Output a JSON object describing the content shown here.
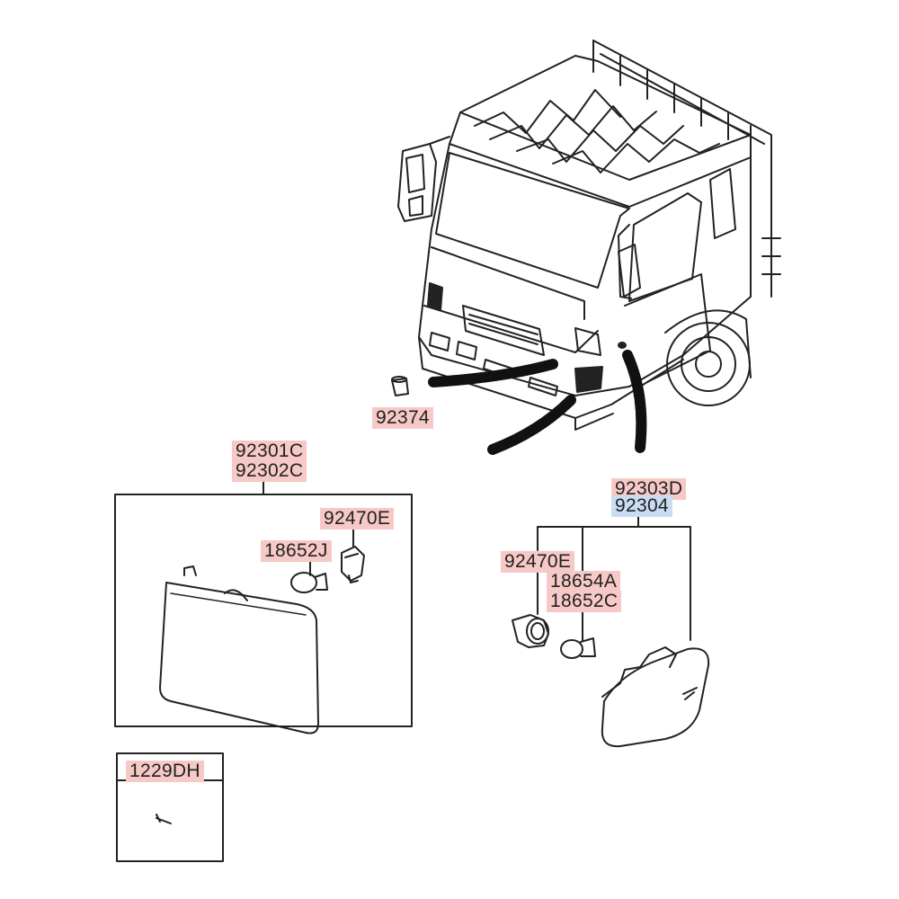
{
  "diagram": {
    "labels": {
      "p92374": "92374",
      "p92301C": "92301C",
      "p92302C": "92302C",
      "p92470E_left": "92470E",
      "p18652J": "18652J",
      "p92303D": "92303D",
      "p92304": "92304",
      "p92470E_right": "92470E",
      "p18654A": "18654A",
      "p18652C": "18652C",
      "p1229DH": "1229DH"
    },
    "colors": {
      "highlight_red": "#f6c9c6",
      "highlight_blue": "#c9dcf3",
      "line": "#222222"
    }
  }
}
